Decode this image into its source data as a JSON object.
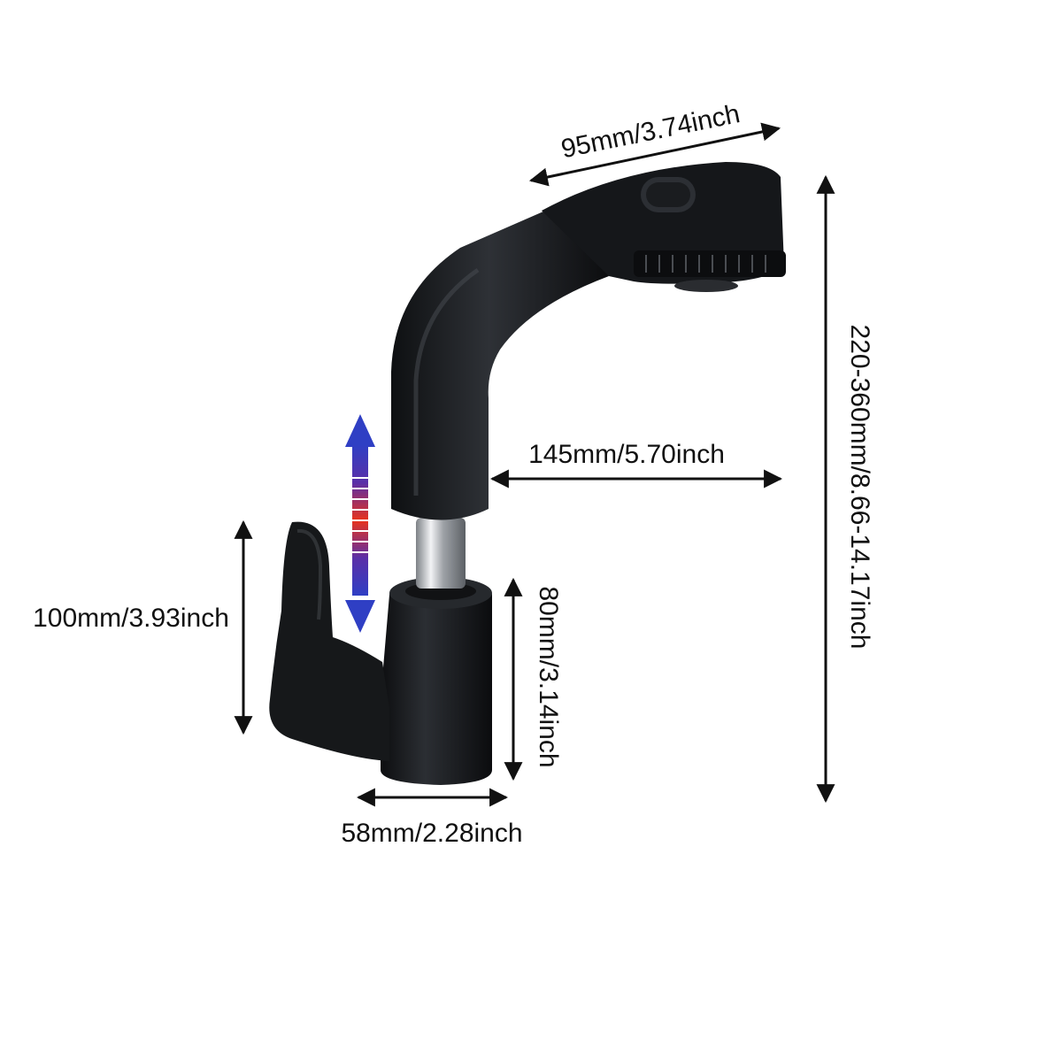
{
  "figure": {
    "subject": "pull-out faucet",
    "colors": {
      "faucet_body": "#16181a",
      "faucet_highlight": "#3a3d42",
      "chrome": "#c9ccd0",
      "dimension_line": "#111111",
      "arrow_top": "#2f3fc4",
      "arrow_middle": "#e8321c",
      "arrow_bottom": "#2f3fc4",
      "background": "#ffffff"
    }
  },
  "dimensions": {
    "head_length": "95mm/3.74inch",
    "reach": "145mm/5.70inch",
    "total_height": "220-360mm/8.66-14.17inch",
    "handle_height": "100mm/3.93inch",
    "base_height": "80mm/3.14inch",
    "base_width": "58mm/2.28inch"
  },
  "icons": {
    "adjust_arrow": "double-headed-vertical-arrow-icon"
  }
}
